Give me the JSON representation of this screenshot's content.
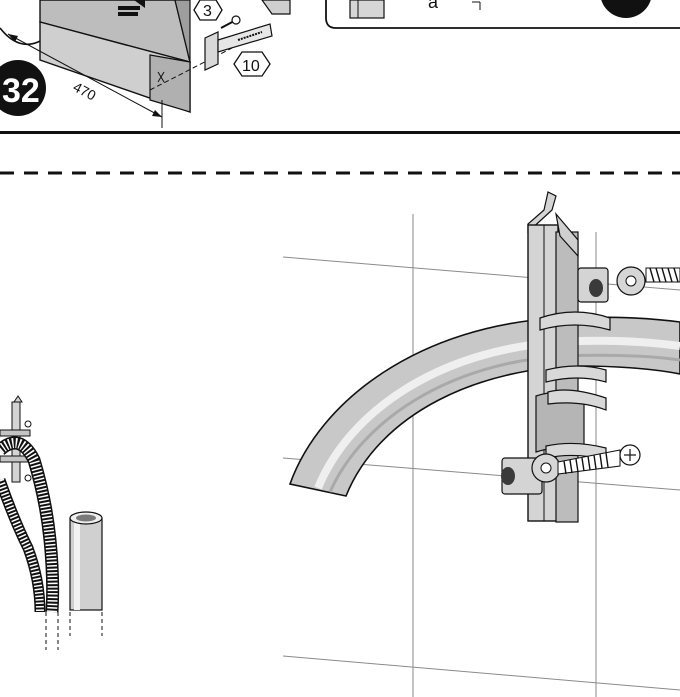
{
  "top_panel": {
    "step_badge": "32",
    "dimension": "470",
    "part_a": "3",
    "part_b": "10",
    "inset_letter": "a"
  },
  "colors": {
    "ink": "#111111",
    "pipe_fill": "#cfcfcf",
    "pipe_dark": "#9a9a9a",
    "clip_fill": "#d4d4d4",
    "wall_lines": "#8a8a8a"
  }
}
